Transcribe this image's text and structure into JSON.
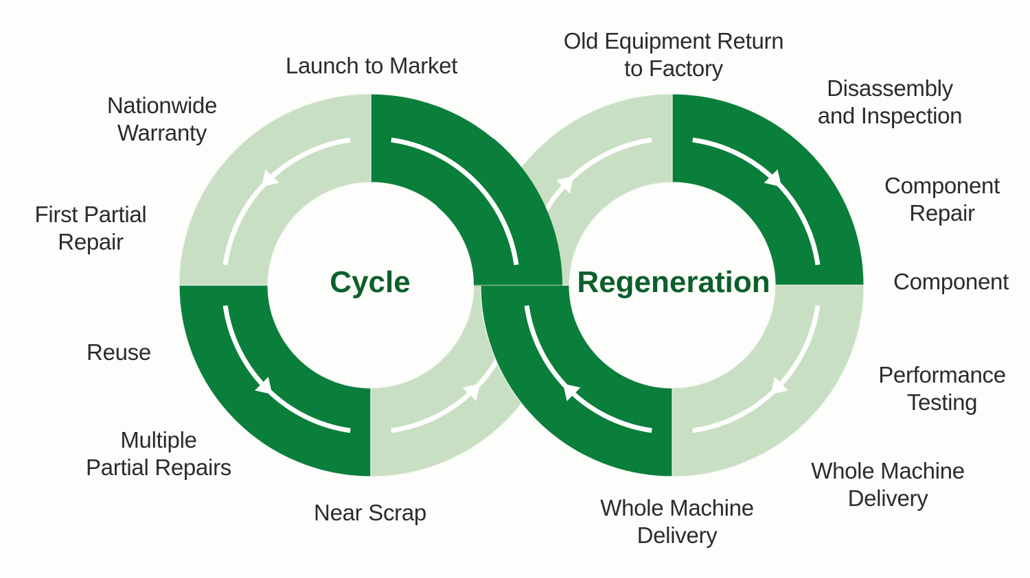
{
  "colors": {
    "dark": "#0a7e3b",
    "light": "#c9dfc3",
    "arrow": "#ffffff",
    "title": "#0c5f2b",
    "label": "#2b2b2b",
    "background": "#fdfdfb"
  },
  "cycle_ring": {
    "title": "Cycle",
    "segments": [
      {
        "quadrant": "top-right",
        "shade": "dark",
        "arrow_direction": "counterclockwise"
      },
      {
        "quadrant": "top-left",
        "shade": "light",
        "arrow_direction": "counterclockwise"
      },
      {
        "quadrant": "bottom-left",
        "shade": "dark",
        "arrow_direction": "counterclockwise"
      },
      {
        "quadrant": "bottom-right",
        "shade": "light",
        "arrow_direction": "counterclockwise"
      }
    ],
    "labels": [
      {
        "text": "Launch to Market"
      },
      {
        "text": "Nationwide\nWarranty"
      },
      {
        "text": "First Partial\nRepair"
      },
      {
        "text": "Reuse"
      },
      {
        "text": "Multiple\nPartial Repairs"
      },
      {
        "text": "Near Scrap"
      }
    ]
  },
  "regeneration_ring": {
    "title": "Regeneration",
    "segments": [
      {
        "quadrant": "top-left",
        "shade": "light",
        "arrow_direction": "clockwise"
      },
      {
        "quadrant": "top-right",
        "shade": "dark",
        "arrow_direction": "clockwise"
      },
      {
        "quadrant": "bottom-right",
        "shade": "light",
        "arrow_direction": "clockwise"
      },
      {
        "quadrant": "bottom-left",
        "shade": "dark",
        "arrow_direction": "clockwise"
      }
    ],
    "labels": [
      {
        "text": "Old Equipment Return\nto Factory"
      },
      {
        "text": "Disassembly\nand Inspection"
      },
      {
        "text": "Component\nRepair"
      },
      {
        "text": "Component"
      },
      {
        "text": "Performance\nTesting"
      },
      {
        "text": "Whole Machine\nDelivery"
      },
      {
        "text": "Whole Machine\nDelivery"
      }
    ]
  }
}
